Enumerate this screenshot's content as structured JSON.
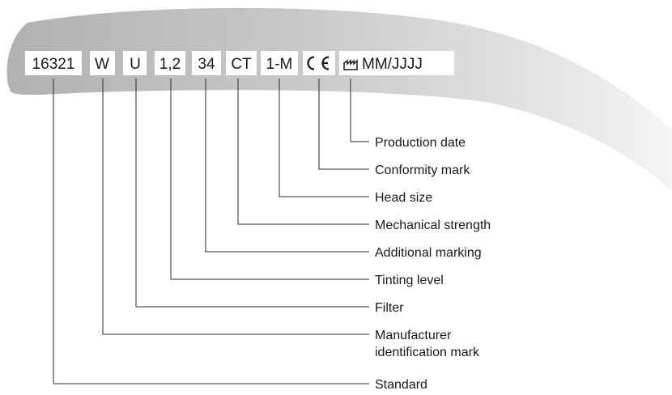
{
  "marking": {
    "segments": [
      {
        "text": "16321"
      },
      {
        "text": "W"
      },
      {
        "text": "U"
      },
      {
        "text": "1,2"
      },
      {
        "text": "34"
      },
      {
        "text": "CT"
      },
      {
        "text": "1-M"
      },
      {
        "text": "CE",
        "icon": "ce-mark-icon"
      },
      {
        "text": "MM/JJJJ",
        "icon": "manufacture-date-icon"
      }
    ]
  },
  "labels": [
    {
      "text": "Production date"
    },
    {
      "text": "Conformity mark"
    },
    {
      "text": "Head size"
    },
    {
      "text": "Mechanical strength"
    },
    {
      "text": "Additional marking"
    },
    {
      "text": "Tinting level"
    },
    {
      "text": "Filter"
    },
    {
      "text": "Manufacturer",
      "text2": "identification mark"
    },
    {
      "text": "Standard"
    }
  ],
  "colors": {
    "frame_light": "#ececec",
    "frame_dark": "#b3b3b3",
    "code_box": "#ffffff",
    "text": "#1a1a1a",
    "lines": "#2a2a2a"
  }
}
